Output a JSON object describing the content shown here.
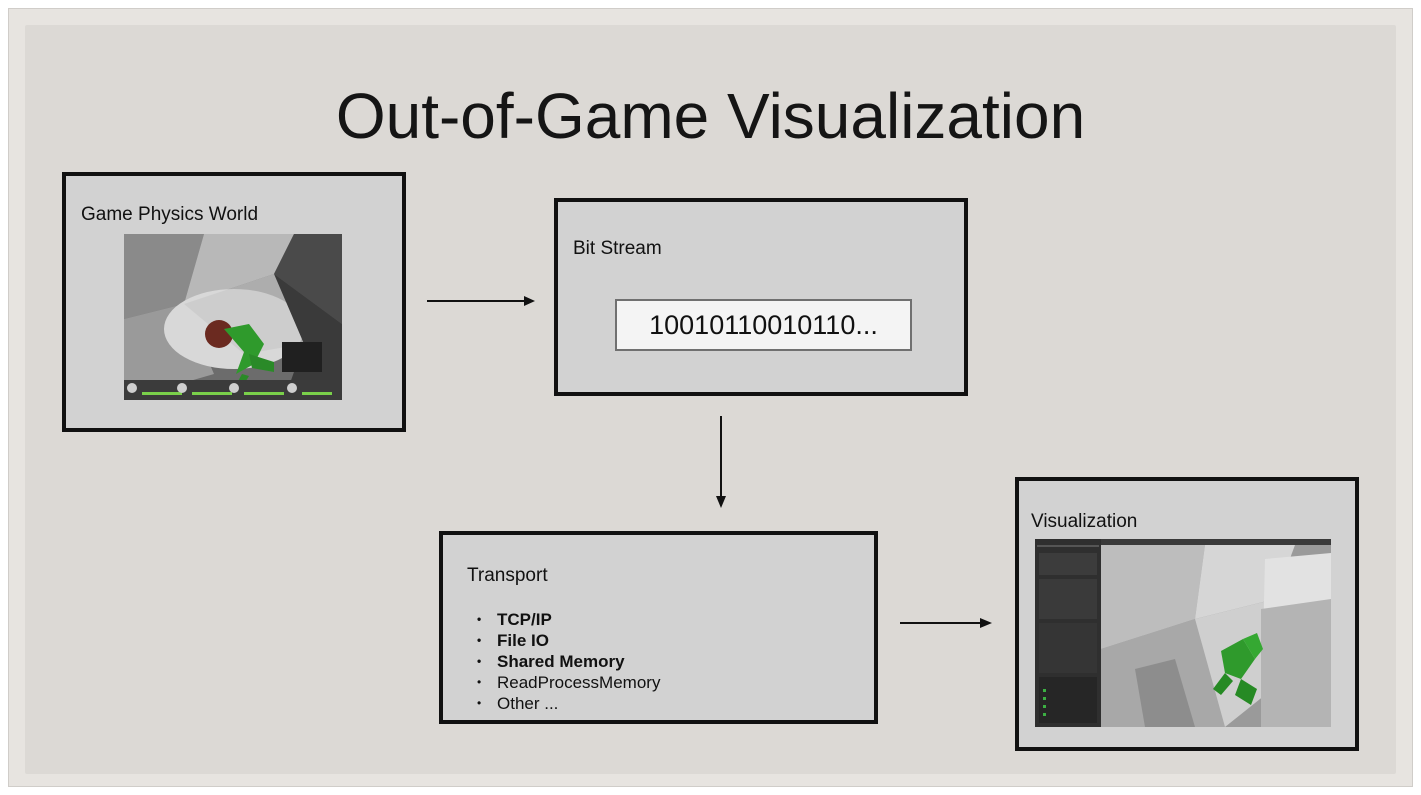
{
  "title": "Out-of-Game Visualization",
  "boxes": {
    "game": {
      "label": "Game Physics World"
    },
    "bitstream": {
      "label": "Bit Stream",
      "bits": "10010110010110..."
    },
    "transport": {
      "label": "Transport",
      "items": [
        {
          "text": "TCP/IP",
          "bold": true
        },
        {
          "text": "File IO",
          "bold": true
        },
        {
          "text": "Shared Memory",
          "bold": true
        },
        {
          "text": "ReadProcessMemory",
          "bold": false
        },
        {
          "text": "Other ...",
          "bold": false
        }
      ]
    },
    "visualization": {
      "label": "Visualization"
    }
  },
  "colors": {
    "background": "#e7e4e0",
    "box_fill": "#d2d2d2",
    "border": "#111111",
    "ragdoll_green": "#2f9a2c"
  }
}
